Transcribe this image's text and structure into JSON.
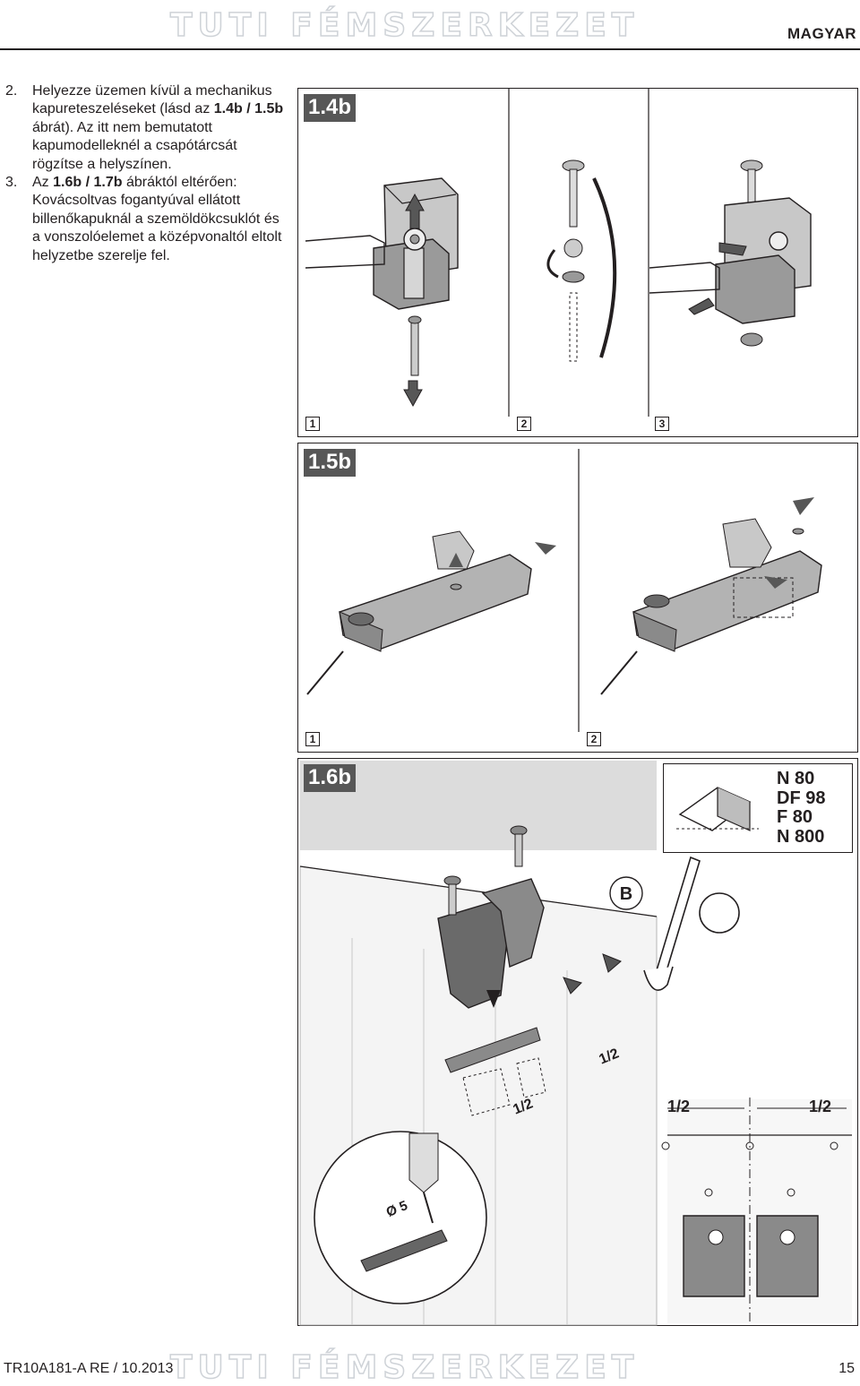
{
  "header": {
    "watermark": "TUTI FÉMSZERKEZET",
    "language": "MAGYAR"
  },
  "instructions": [
    {
      "num": "2.",
      "parts": [
        "Helyezze üzemen kívül a mechanikus kapureteszeléseket (lásd az ",
        "1.4b / 1.5b",
        " ábrát). Az itt nem bemutatott kapumodelleknél a csapótárcsát rögzítse a helyszínen."
      ]
    },
    {
      "num": "3.",
      "parts": [
        "Az ",
        "1.6b / 1.7b",
        " ábráktól eltérően: Kovácsoltvas fogantyúval ellátott billenőkapuknál a szemöldökcsuklót és a vonszolóelemet a középvonaltól eltolt helyzetbe szerelje fel."
      ]
    }
  ],
  "figures": {
    "fig_1_4b": {
      "label": "1.4b",
      "panels": [
        "1",
        "2",
        "3"
      ]
    },
    "fig_1_5b": {
      "label": "1.5b",
      "panels": [
        "1",
        "2"
      ]
    },
    "fig_1_6b": {
      "label": "1.6b",
      "specs": [
        "N 80",
        "DF 98",
        "F 80",
        "N 800"
      ],
      "callout_b": "B",
      "half_label": "1/2",
      "drill_label": "Ø 5"
    }
  },
  "footer": {
    "doc_code": "TR10A181-A  RE / 10.2013",
    "page_number": "15"
  }
}
